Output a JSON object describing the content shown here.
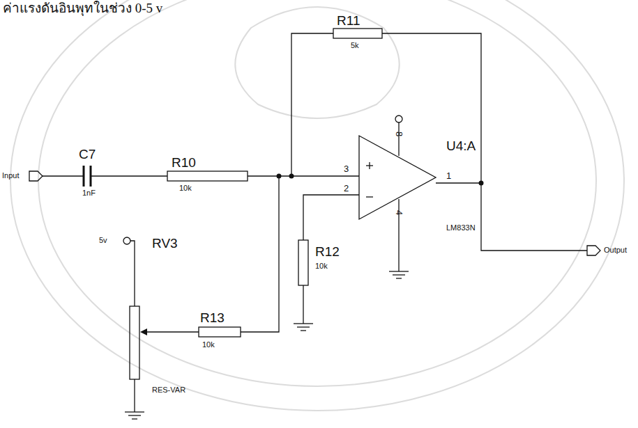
{
  "diagram": {
    "labels": [
      "ค่าแรงดันอินพุทในช่วง  0-5 v",
      "R11",
      "5k",
      "U4:A",
      "8",
      "C7",
      "R10",
      "3",
      "Input",
      "1nF",
      "10k",
      "2",
      "1",
      "R12",
      "10k",
      "4",
      "5v",
      "RV3",
      "LM833N",
      "Output",
      "R13",
      "10k",
      "RES-VAR"
    ]
  }
}
